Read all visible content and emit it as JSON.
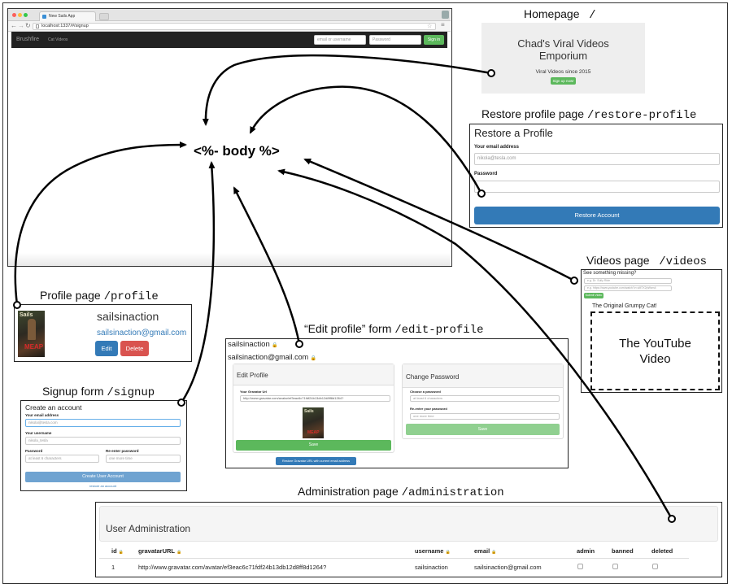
{
  "center_label": "<%- body %>",
  "browser": {
    "tab_title": "New Sails App",
    "url": "localhost:1337/#/signup",
    "brand": "Brushfire",
    "nav_link": "Cat Videos",
    "email_placeholder": "email or username",
    "password_placeholder": "Password",
    "signin_label": "Sign in"
  },
  "homepage": {
    "caption": "Homepage",
    "route": "/",
    "title_line1": "Chad's Viral Videos",
    "title_line2": "Emporium",
    "tagline": "Viral Videos since 2015",
    "signup_button": "Sign up now!"
  },
  "restore": {
    "caption": "Restore profile page",
    "route": "/restore-profile",
    "heading": "Restore a Profile",
    "email_label": "Your email address",
    "email_value": "nikola@tesla.com",
    "password_label": "Password",
    "button": "Restore Account"
  },
  "videos": {
    "caption": "Videos page",
    "route": "/videos",
    "missing_label": "See something missing?",
    "title_placeholder": "e.g. Dr. Sully Ride",
    "url_placeholder": "e.g. https://www.youtube.com/watch?v=uM7X2pWsm4",
    "submit_label": "Submit Video",
    "video_title": "The Original Grumpy Cat!",
    "video_text_line1": "The YouTube",
    "video_text_line2": "Video"
  },
  "profile": {
    "caption": "Profile page",
    "route": "/profile",
    "username": "sailsinaction",
    "email": "sailsinaction@gmail.com",
    "edit_label": "Edit",
    "delete_label": "Delete",
    "poster_logo": "Sails",
    "poster_meap": "MEAP"
  },
  "edit_profile": {
    "caption": "“Edit profile” form",
    "route": "/edit-profile",
    "username": "sailsinaction",
    "email": "sailsinaction@gmail.com",
    "lock_glyph": "🔒",
    "left_heading": "Edit Profile",
    "gravatar_label": "Your Gravatar Url",
    "gravatar_value": "http://www.gravatar.com/avatar/ef3eac6c71fdf24b13db12d8ff8d1264?",
    "save_label": "Save",
    "right_heading": "Change Password",
    "choose_label": "Choose a password",
    "choose_placeholder": "at least 6 characters",
    "reenter_label": "Re-enter your password",
    "reenter_placeholder": "one more time",
    "restore_gravatar_label": "Restore Gravatar URL with current email address"
  },
  "signup": {
    "caption": "Signup form",
    "route": "/signup",
    "heading": "Create an account",
    "email_label": "Your email address",
    "email_value": "nikola@tesla.com",
    "username_label": "Your username",
    "username_value": "nikola_tesla",
    "password_label": "Password",
    "password_placeholder": "at least 6 characters",
    "reenter_label": "Re-enter password",
    "reenter_placeholder": "one more time",
    "button": "Create User Account",
    "restore_link": "restore an account"
  },
  "admin": {
    "caption": "Administration page",
    "route": "/administration",
    "heading": "User Administration",
    "col_id": "id",
    "col_gravatar": "gravatarURL",
    "col_username": "username",
    "col_email": "email",
    "col_admin": "admin",
    "col_banned": "banned",
    "col_deleted": "deleted",
    "row_id": "1",
    "row_gravatar": "http://www.gravatar.com/avatar/ef3eac6c71fdf24b13db12d8ff8d1264?",
    "row_username": "sailsinaction",
    "row_email": "sailsinaction@gmail.com"
  },
  "colors": {
    "primary": "#337ab7",
    "success": "#5cb85c",
    "danger": "#d9534f",
    "navbar": "#222222"
  }
}
